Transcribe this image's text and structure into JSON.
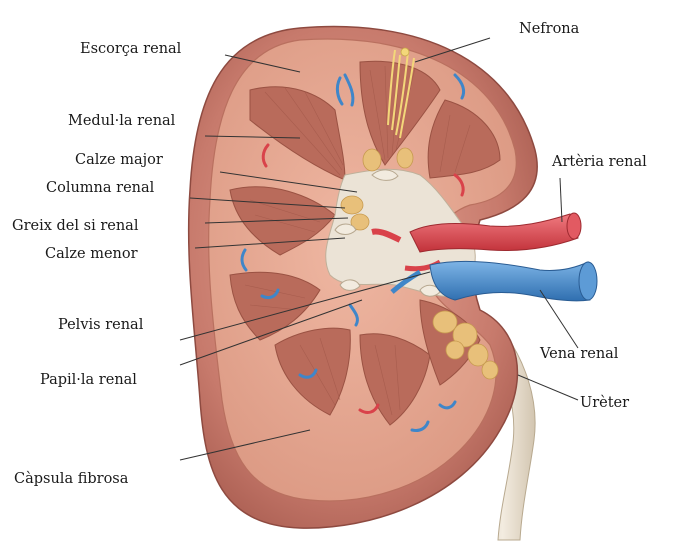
{
  "labels": {
    "nefrona": "Nefrona",
    "escorca_renal": "Escorça renal",
    "medulla_renal": "Medul·la renal",
    "calze_major": "Calze major",
    "columna_renal": "Columna renal",
    "greix_si_renal": "Greix del si renal",
    "calze_menor": "Calze menor",
    "arteria_renal": "Artèria renal",
    "pelvis_renal": "Pelvis renal",
    "papilla_renal": "Papil·la renal",
    "vena_renal": "Vena renal",
    "ureter": "Urèter",
    "capsula_fibrosa": "Càpsula fibrosa"
  },
  "colors": {
    "capsule": "#c9867a",
    "cortex": "#e3a48f",
    "medulla_pyramid": "#b86a5a",
    "pelvis": "#ece4d8",
    "artery": "#d9424a",
    "vein": "#3f86c9",
    "fat": "#e8c27a",
    "ureter": "#e6dccb",
    "leader_line": "#333333"
  }
}
